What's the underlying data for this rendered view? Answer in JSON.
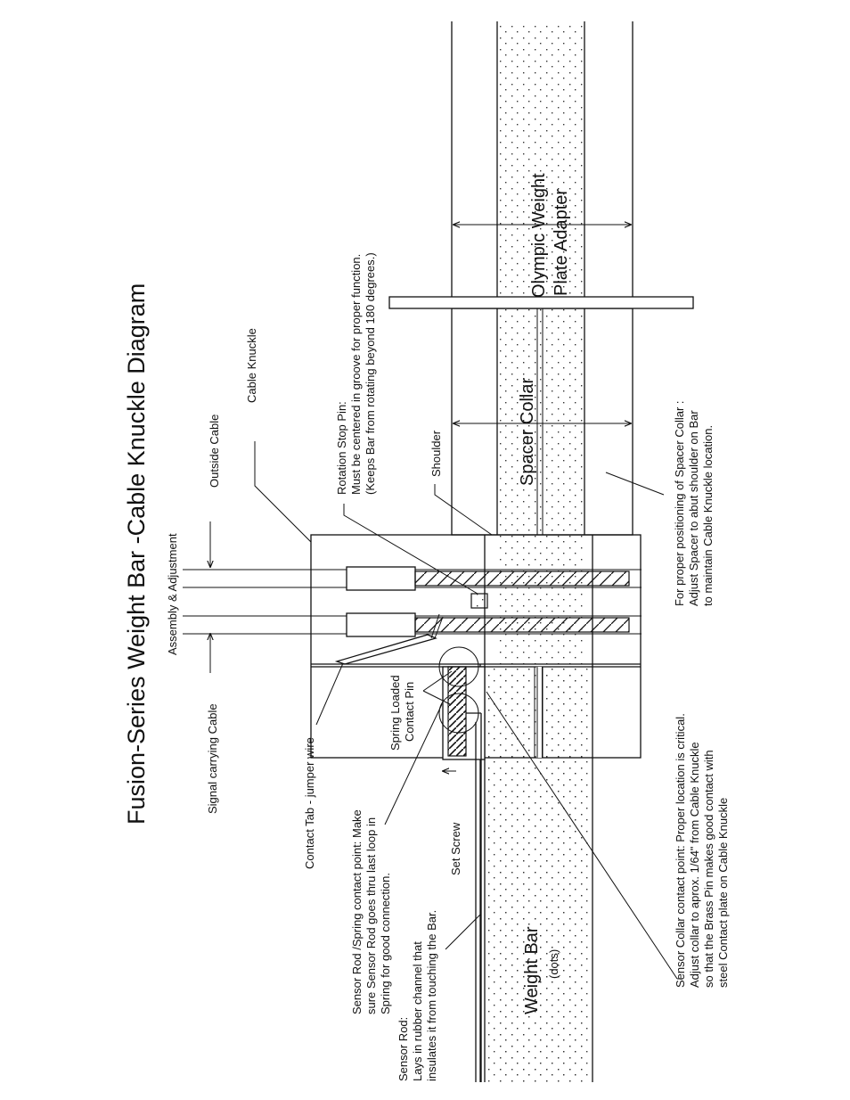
{
  "title": "Fusion-Series Weight Bar -Cable Knuckle Diagram",
  "subtitle": "Assembly & Adjustment",
  "labels": {
    "signal_cable": "Signal carrying Cable",
    "outside_cable": "Outside Cable",
    "cable_knuckle": "Cable Knuckle",
    "rotation_stop_pin": [
      "Rotation Stop Pin:",
      "Must be centered in groove for proper function.",
      "(Keeps Bar from rotating beyond 180 degrees.)"
    ],
    "shoulder": "Shoulder",
    "spacer_collar": "Spacer Collar",
    "olympic_adapter": [
      "Olympic Weight",
      "Plate Adapter"
    ],
    "spacer_note": [
      "For proper positioning of Spacer Collar :",
      "Adjust Spacer to abut shoulder on Bar",
      "to maintain Cable Knuckle location."
    ],
    "contact_tab": "Contact Tab - jumper wire",
    "spring_pin": [
      "Spring Loaded",
      "Contact Pin"
    ],
    "sensor_rod_spring": [
      "Sensor Rod /Spring contact point: Make",
      "sure Sensor Rod goes thru last loop in",
      "Spring for good connection."
    ],
    "set_screw": "Set Screw",
    "sensor_rod": [
      "Sensor Rod:",
      "Lays in rubber channel that",
      "insulates it from touching the Bar."
    ],
    "weight_bar": "Weight Bar",
    "dots": "(dots)",
    "sensor_collar": [
      "Sensor Collar contact point: Proper location is critical.",
      "Adjust collar to aprox. 1/64\" from Cable Knuckle",
      "so that the Brass Pin makes good contact with",
      "steel Contact plate on Cable Knuckle"
    ]
  }
}
